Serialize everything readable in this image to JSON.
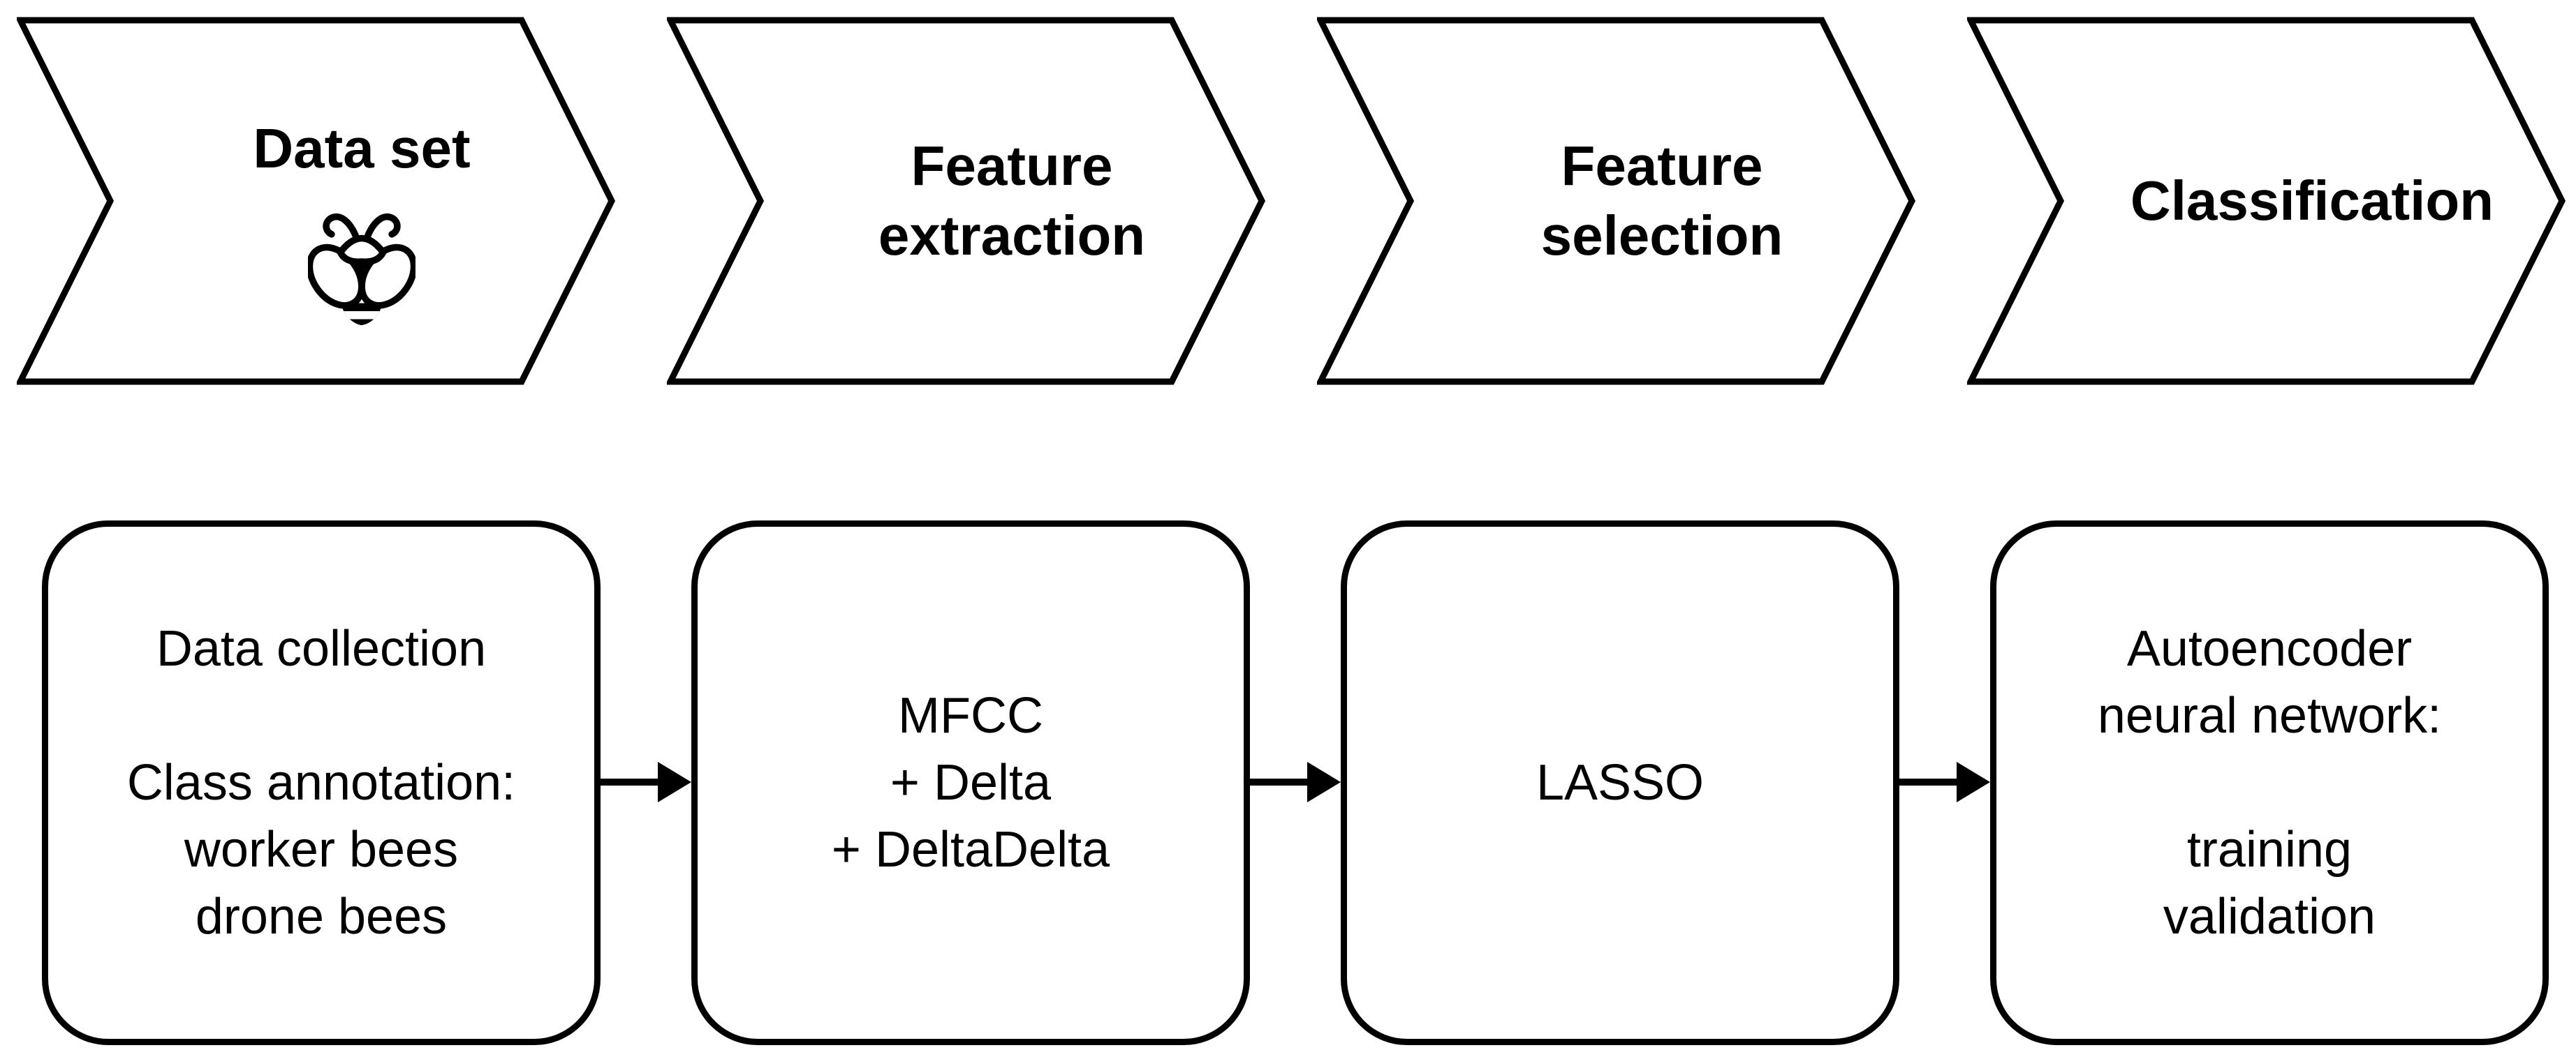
{
  "colors": {
    "ink": "#000000",
    "paper": "#ffffff"
  },
  "pipeline_stages": [
    {
      "label_lines": [
        "Data set"
      ],
      "icon": "bee-icon"
    },
    {
      "label_lines": [
        "Feature",
        "extraction"
      ]
    },
    {
      "label_lines": [
        "Feature",
        "selection"
      ]
    },
    {
      "label_lines": [
        "Classification"
      ]
    }
  ],
  "process_boxes": [
    {
      "lines": [
        "Data collection",
        "",
        "Class annotation:",
        "worker bees",
        "drone bees"
      ]
    },
    {
      "lines": [
        "MFCC",
        "+ Delta",
        "+ DeltaDelta"
      ]
    },
    {
      "lines": [
        "LASSO"
      ]
    },
    {
      "lines": [
        "Autoencoder",
        "neural network:",
        "",
        "training",
        "validation"
      ]
    }
  ],
  "connectors": {
    "count": 3,
    "style": "right-arrow"
  }
}
